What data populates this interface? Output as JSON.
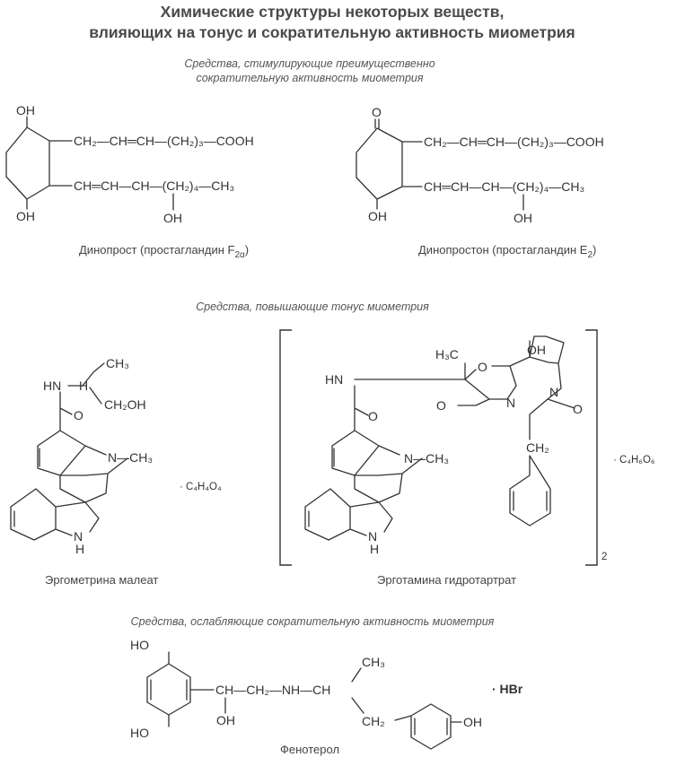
{
  "title_line1": "Химические структуры некоторых веществ,",
  "title_line2": "влияющих на тонус и сократительную активность миометрия",
  "sections": {
    "stimulating_line1": "Средства, стимулирующие преимущественно",
    "stimulating_line2": "сократительную активность миометрия",
    "tonus": "Средства, повышающие тонус миометрия",
    "relaxing": "Средства, ослабляющие сократительную активность миометрия"
  },
  "compounds": {
    "dinoprost": {
      "caption": "Динопрост (простагландин F",
      "caption_sub": "2α",
      "caption_end": ")",
      "top_chain": "CH₂—CH═CH—(CH₂)₃—COOH",
      "bottom_chain": "CH═CH—CH—(CH₂)₄—CH₃",
      "oh_top": "OH",
      "oh_bottom": "OH",
      "oh_chain": "OH"
    },
    "dinoprostone": {
      "caption": "Динопростон (простагландин E",
      "caption_sub": "2",
      "caption_end": ")",
      "keto": "O",
      "top_chain": "CH₂—CH═CH—(CH₂)₃—COOH",
      "bottom_chain": "CH═CH—CH—(CH₂)₄—CH₃",
      "oh_bottom": "OH",
      "oh_chain": "OH"
    },
    "ergometrine": {
      "caption": "Эргометрина малеат",
      "ch3": "CH₃",
      "nh": "HN",
      "ch2oh": "CH₂OH",
      "co": "O",
      "nme": "N—CH₃",
      "indole_nh": "N",
      "indole_h": "H",
      "salt": "· C₄H₄O₄"
    },
    "ergotamine": {
      "caption": "Эрготамина гидротартрат",
      "h3c": "H₃C",
      "oh": "OH",
      "nh": "HN",
      "o_ring": "O",
      "n_ring1": "N",
      "n_ring2": "N",
      "o_left": "O",
      "o_right": "O",
      "co": "O",
      "nme": "N—CH₃",
      "ch2": "CH₂",
      "indole_nh": "N",
      "indole_h": "H",
      "subscript": "2",
      "salt": "· C₄H₆O₆"
    },
    "fenoterol": {
      "caption": "Фенотерол",
      "ho_top": "HO",
      "ho_bottom": "HO",
      "chain": "CH—CH₂—NH—CH",
      "oh": "OH",
      "ch3": "CH₃",
      "ch2": "CH₂",
      "oh_right": "OH",
      "salt": "· HBr"
    }
  }
}
